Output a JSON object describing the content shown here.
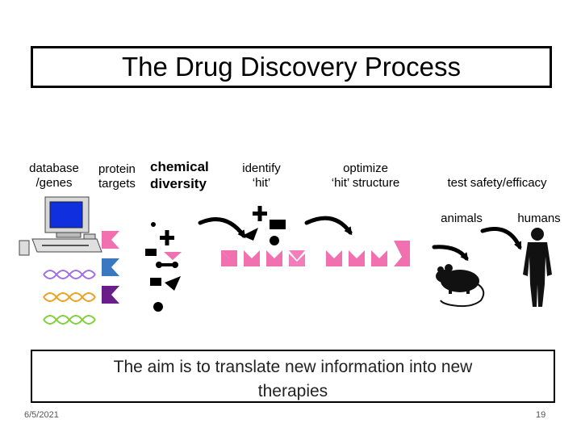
{
  "title": "The Drug Discovery Process",
  "steps": {
    "database": [
      "database",
      "/genes"
    ],
    "protein_targets": [
      "protein",
      "targets"
    ],
    "chemical_diversity": [
      "chemical",
      "diversity"
    ],
    "identify": [
      "identify",
      "‘hit’"
    ],
    "optimize": [
      "optimize",
      "‘hit’ structure"
    ],
    "test": "test safety/efficacy",
    "animals": "animals",
    "humans": "humans"
  },
  "aim": [
    "The aim is to translate new information into new",
    "therapies"
  ],
  "footer": {
    "date": "6/5/2021",
    "page": "19"
  },
  "colors": {
    "pink": "#f070b0",
    "blue": "#3a78c0",
    "purple": "#6a1e8a",
    "screen": "#1030e0",
    "dna_purple": "#a070e0",
    "dna_orange": "#f0a020",
    "dna_green": "#80d040"
  },
  "icons": [
    "computer-icon",
    "dna-helix-icon",
    "arrow-icon",
    "mouse-icon",
    "human-icon"
  ]
}
